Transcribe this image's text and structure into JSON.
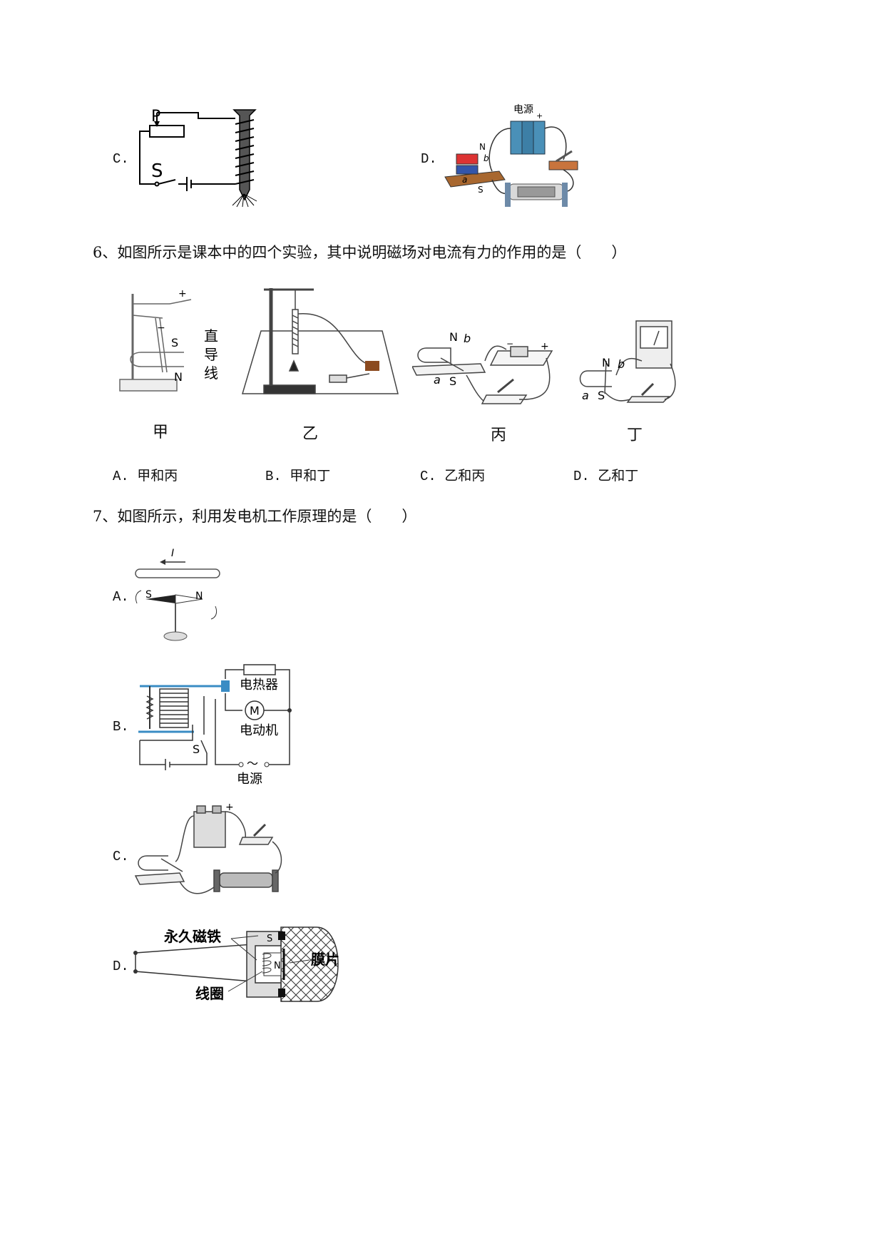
{
  "q5_tail": {
    "option_c": "C.",
    "option_d": "D.",
    "fig_c": {
      "label_p": "P",
      "label_s": "S"
    },
    "fig_d": {
      "label_source": "电源",
      "label_n": "N",
      "label_s": "S",
      "label_a": "a",
      "label_b": "b"
    }
  },
  "q6": {
    "stem": "6、如图所示是课本中的四个实验，其中说明磁场对电流有力的作用的是（　　）",
    "figures": [
      {
        "caption": "甲",
        "labels": {
          "plus": "+",
          "minus": "−",
          "s": "S",
          "n": "N",
          "wire_text": [
            "直",
            "导",
            "线"
          ]
        }
      },
      {
        "caption": "乙"
      },
      {
        "caption": "丙",
        "labels": {
          "n": "N",
          "b": "b",
          "a": "a",
          "s": "S",
          "minus": "−",
          "plus": "+"
        }
      },
      {
        "caption": "丁",
        "labels": {
          "n": "N",
          "b": "b",
          "a": "a",
          "s": "S"
        }
      }
    ],
    "options": [
      "A. 甲和丙",
      "B. 甲和丁",
      "C. 乙和丙",
      "D. 乙和丁"
    ]
  },
  "q7": {
    "stem": "7、如图所示，利用发电机工作原理的是（　　）",
    "options": [
      {
        "letter": "A.",
        "labels": {
          "current": "I",
          "s": "S",
          "n": "N"
        }
      },
      {
        "letter": "B.",
        "labels": {
          "heater": "电热器",
          "motor_symbol": "M",
          "motor": "电动机",
          "switch": "S",
          "ac": "～",
          "source": "电源"
        }
      },
      {
        "letter": "C.",
        "labels": {
          "plus": "+"
        }
      },
      {
        "letter": "D.",
        "labels": {
          "magnet": "永久磁铁",
          "diaphragm": "膜片",
          "coil": "线圈",
          "s": "S",
          "n": "N"
        }
      }
    ]
  }
}
